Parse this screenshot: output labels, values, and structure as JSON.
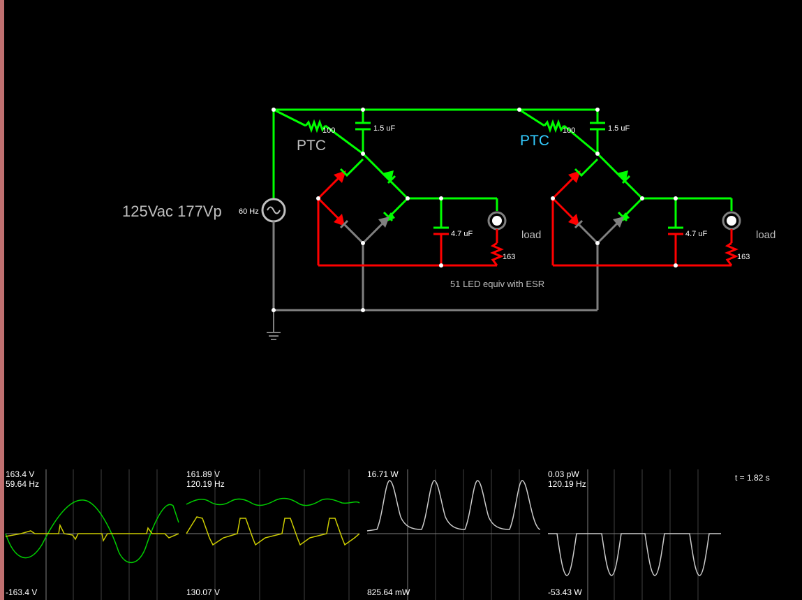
{
  "source": {
    "label": "125Vac 177Vp",
    "freq_label": "60 Hz",
    "color": "#bfbfbf"
  },
  "ptc": [
    {
      "label": "PTC",
      "value": "100",
      "color": "#bfbfbf"
    },
    {
      "label": "PTC",
      "value": "100",
      "color": "#33ccff"
    }
  ],
  "caps": {
    "top": "1.5 uF",
    "filter": "4.7 uF"
  },
  "loads": {
    "label": "load",
    "resistor": "163"
  },
  "note": "51 LED equiv with ESR",
  "colors": {
    "positive": "#00ff00",
    "negative": "#ff0000",
    "ground": "#808080",
    "node": "#ffffff",
    "trace_green": "#00cc00",
    "trace_yellow": "#cccc00",
    "trace_white": "#cccccc",
    "grid": "#404040",
    "axis": "#808080"
  },
  "scopes": [
    {
      "max": "163.4 V",
      "freq": "59.64 Hz",
      "min": "-163.4 V"
    },
    {
      "max": "161.89 V",
      "freq": "120.19 Hz",
      "min": "130.07 V"
    },
    {
      "max": "16.71 W",
      "freq": "",
      "min": "825.64 mW"
    },
    {
      "max": "0.03 pW",
      "freq": "120.19 Hz",
      "min": "-53.43 W"
    }
  ],
  "time": "t = 1.82 s"
}
